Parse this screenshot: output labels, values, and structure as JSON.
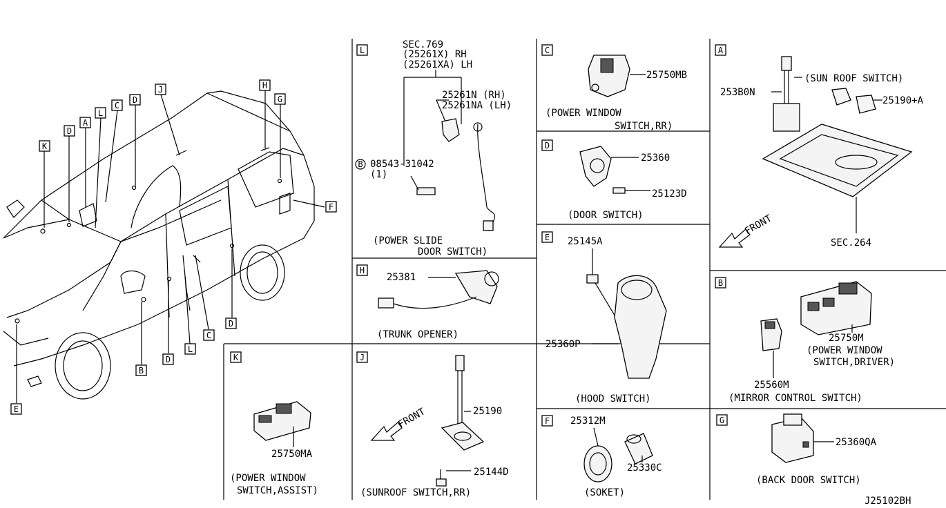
{
  "diagram_code": "J25102BH",
  "vehicle_callouts": [
    "K",
    "D",
    "A",
    "L",
    "C",
    "D",
    "J",
    "H",
    "G",
    "F",
    "B",
    "D",
    "L",
    "C",
    "D",
    "E"
  ],
  "panels": {
    "L": {
      "letter": "L",
      "ref_sec": "SEC.769",
      "ref_rh": "(25261X) RH",
      "ref_lh": "(25261XA) LH",
      "part_rh": "25261N  (RH)",
      "part_lh": "25261NA (LH)",
      "bolt_symbol": "B",
      "bolt": "08543-31042",
      "bolt_qty": "(1)",
      "caption1": "(POWER SLIDE",
      "caption2": "DOOR SWITCH)"
    },
    "C": {
      "letter": "C",
      "part": "25750MB",
      "caption1": "(POWER WINDOW",
      "caption2": "SWITCH,RR)"
    },
    "A": {
      "letter": "A",
      "part1": "253B0N",
      "part2": "25190+A",
      "label": "(SUN ROOF SWITCH)",
      "front": "FRONT",
      "ref": "SEC.264"
    },
    "D": {
      "letter": "D",
      "part1": "25360",
      "part2": "25123D",
      "caption": "(DOOR SWITCH)"
    },
    "H": {
      "letter": "H",
      "part": "25381",
      "caption": "(TRUNK OPENER)"
    },
    "E": {
      "letter": "E",
      "part1": "25145A",
      "part2": "25360P",
      "caption": "(HOOD SWITCH)"
    },
    "B": {
      "letter": "B",
      "part1": "25750M",
      "label1": "(POWER WINDOW",
      "label2": "SWITCH,DRIVER)",
      "part2": "25560M",
      "caption": "(MIRROR CONTROL SWITCH)"
    },
    "K": {
      "letter": "K",
      "part": "25750MA",
      "caption1": "(POWER WINDOW",
      "caption2": "SWITCH,ASSIST)"
    },
    "J": {
      "letter": "J",
      "front": "FRONT",
      "part1": "25190",
      "part2": "25144D",
      "caption": "(SUNROOF SWITCH,RR)"
    },
    "F": {
      "letter": "F",
      "part1": "25312M",
      "part2": "25330C",
      "caption": "(SOKET)"
    },
    "G": {
      "letter": "G",
      "part": "25360QA",
      "caption": "(BACK DOOR SWITCH)"
    }
  }
}
